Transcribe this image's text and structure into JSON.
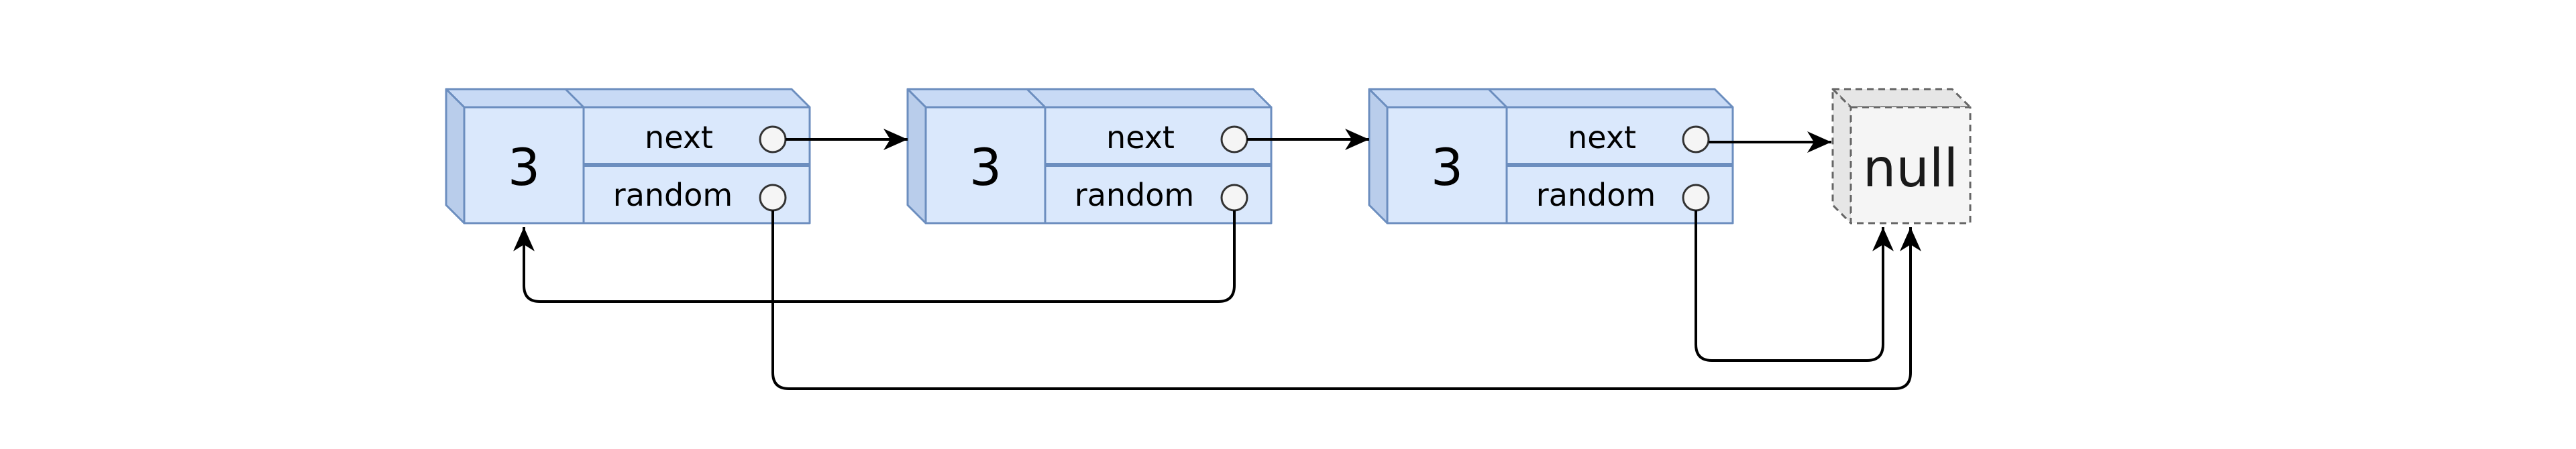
{
  "colors": {
    "node_fill": "#dae8fc",
    "node_top": "#c8daf5",
    "node_side": "#b9cdeb",
    "node_stroke": "#6c8ebf",
    "null_fill": "#f5f5f5",
    "null_top": "#e6e6e6",
    "null_stroke": "#666666",
    "edge": "#000000"
  },
  "nodes": [
    {
      "value": "3",
      "next_label": "next",
      "random_label": "random"
    },
    {
      "value": "3",
      "next_label": "next",
      "random_label": "random"
    },
    {
      "value": "3",
      "next_label": "next",
      "random_label": "random"
    }
  ],
  "null_node": {
    "label": "null"
  },
  "edges": [
    {
      "from": "node-1.next",
      "to": "node-2"
    },
    {
      "from": "node-2.next",
      "to": "node-3"
    },
    {
      "from": "node-3.next",
      "to": "null"
    },
    {
      "from": "node-1.random",
      "to": "null"
    },
    {
      "from": "node-2.random",
      "to": "node-1"
    },
    {
      "from": "node-3.random",
      "to": "null"
    }
  ]
}
